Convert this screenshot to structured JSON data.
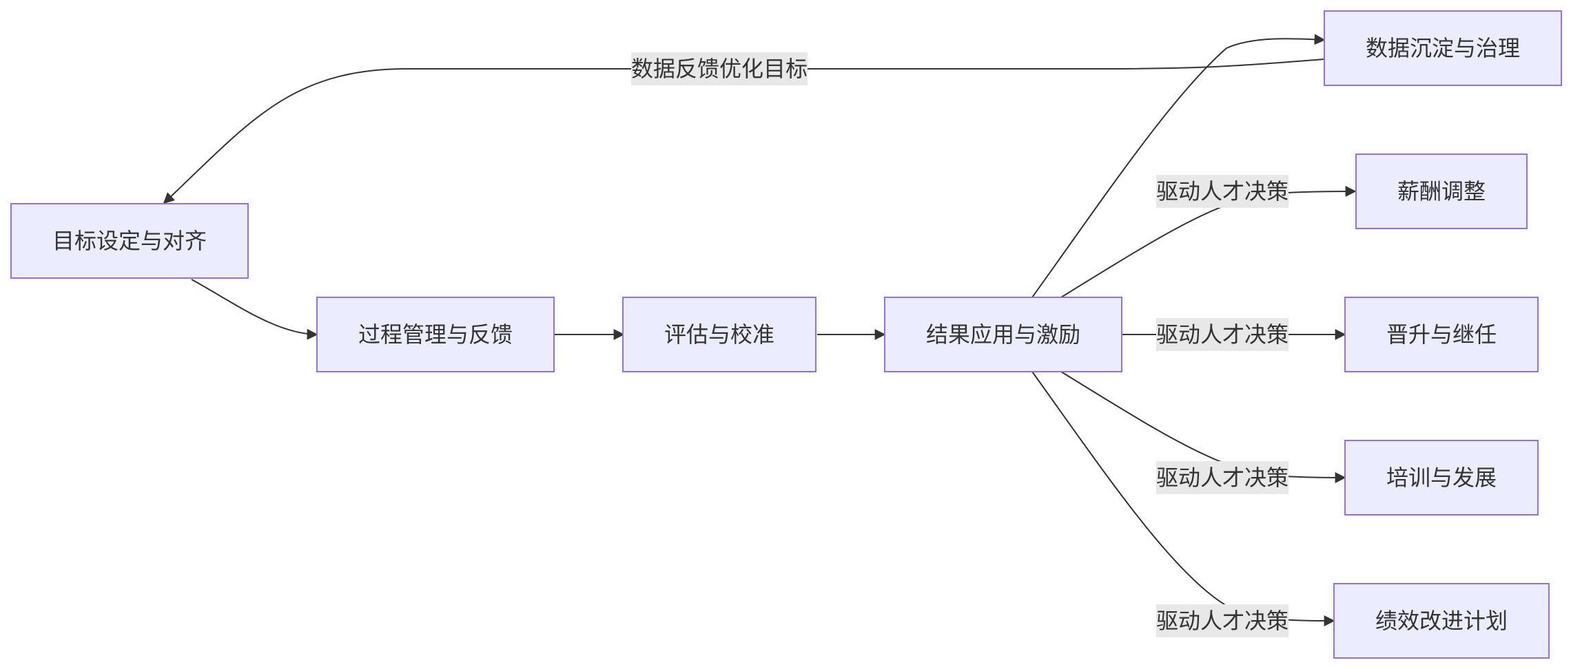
{
  "nodes": {
    "goal": "目标设定与对齐",
    "process": "过程管理与反馈",
    "evaluate": "评估与校准",
    "result": "结果应用与激励",
    "data": "数据沉淀与治理",
    "salary": "薪酬调整",
    "promotion": "晋升与继任",
    "training": "培训与发展",
    "pip": "绩效改进计划"
  },
  "edges": {
    "feedback_label": "数据反馈优化目标",
    "salary_label": "驱动人才决策",
    "promotion_label": "驱动人才决策",
    "training_label": "驱动人才决策",
    "pip_label": "驱动人才决策"
  },
  "colors": {
    "node_fill": "#ECECFF",
    "node_stroke": "#9370DB",
    "edge": "#333333",
    "label_bg": "#E8E8E8"
  }
}
